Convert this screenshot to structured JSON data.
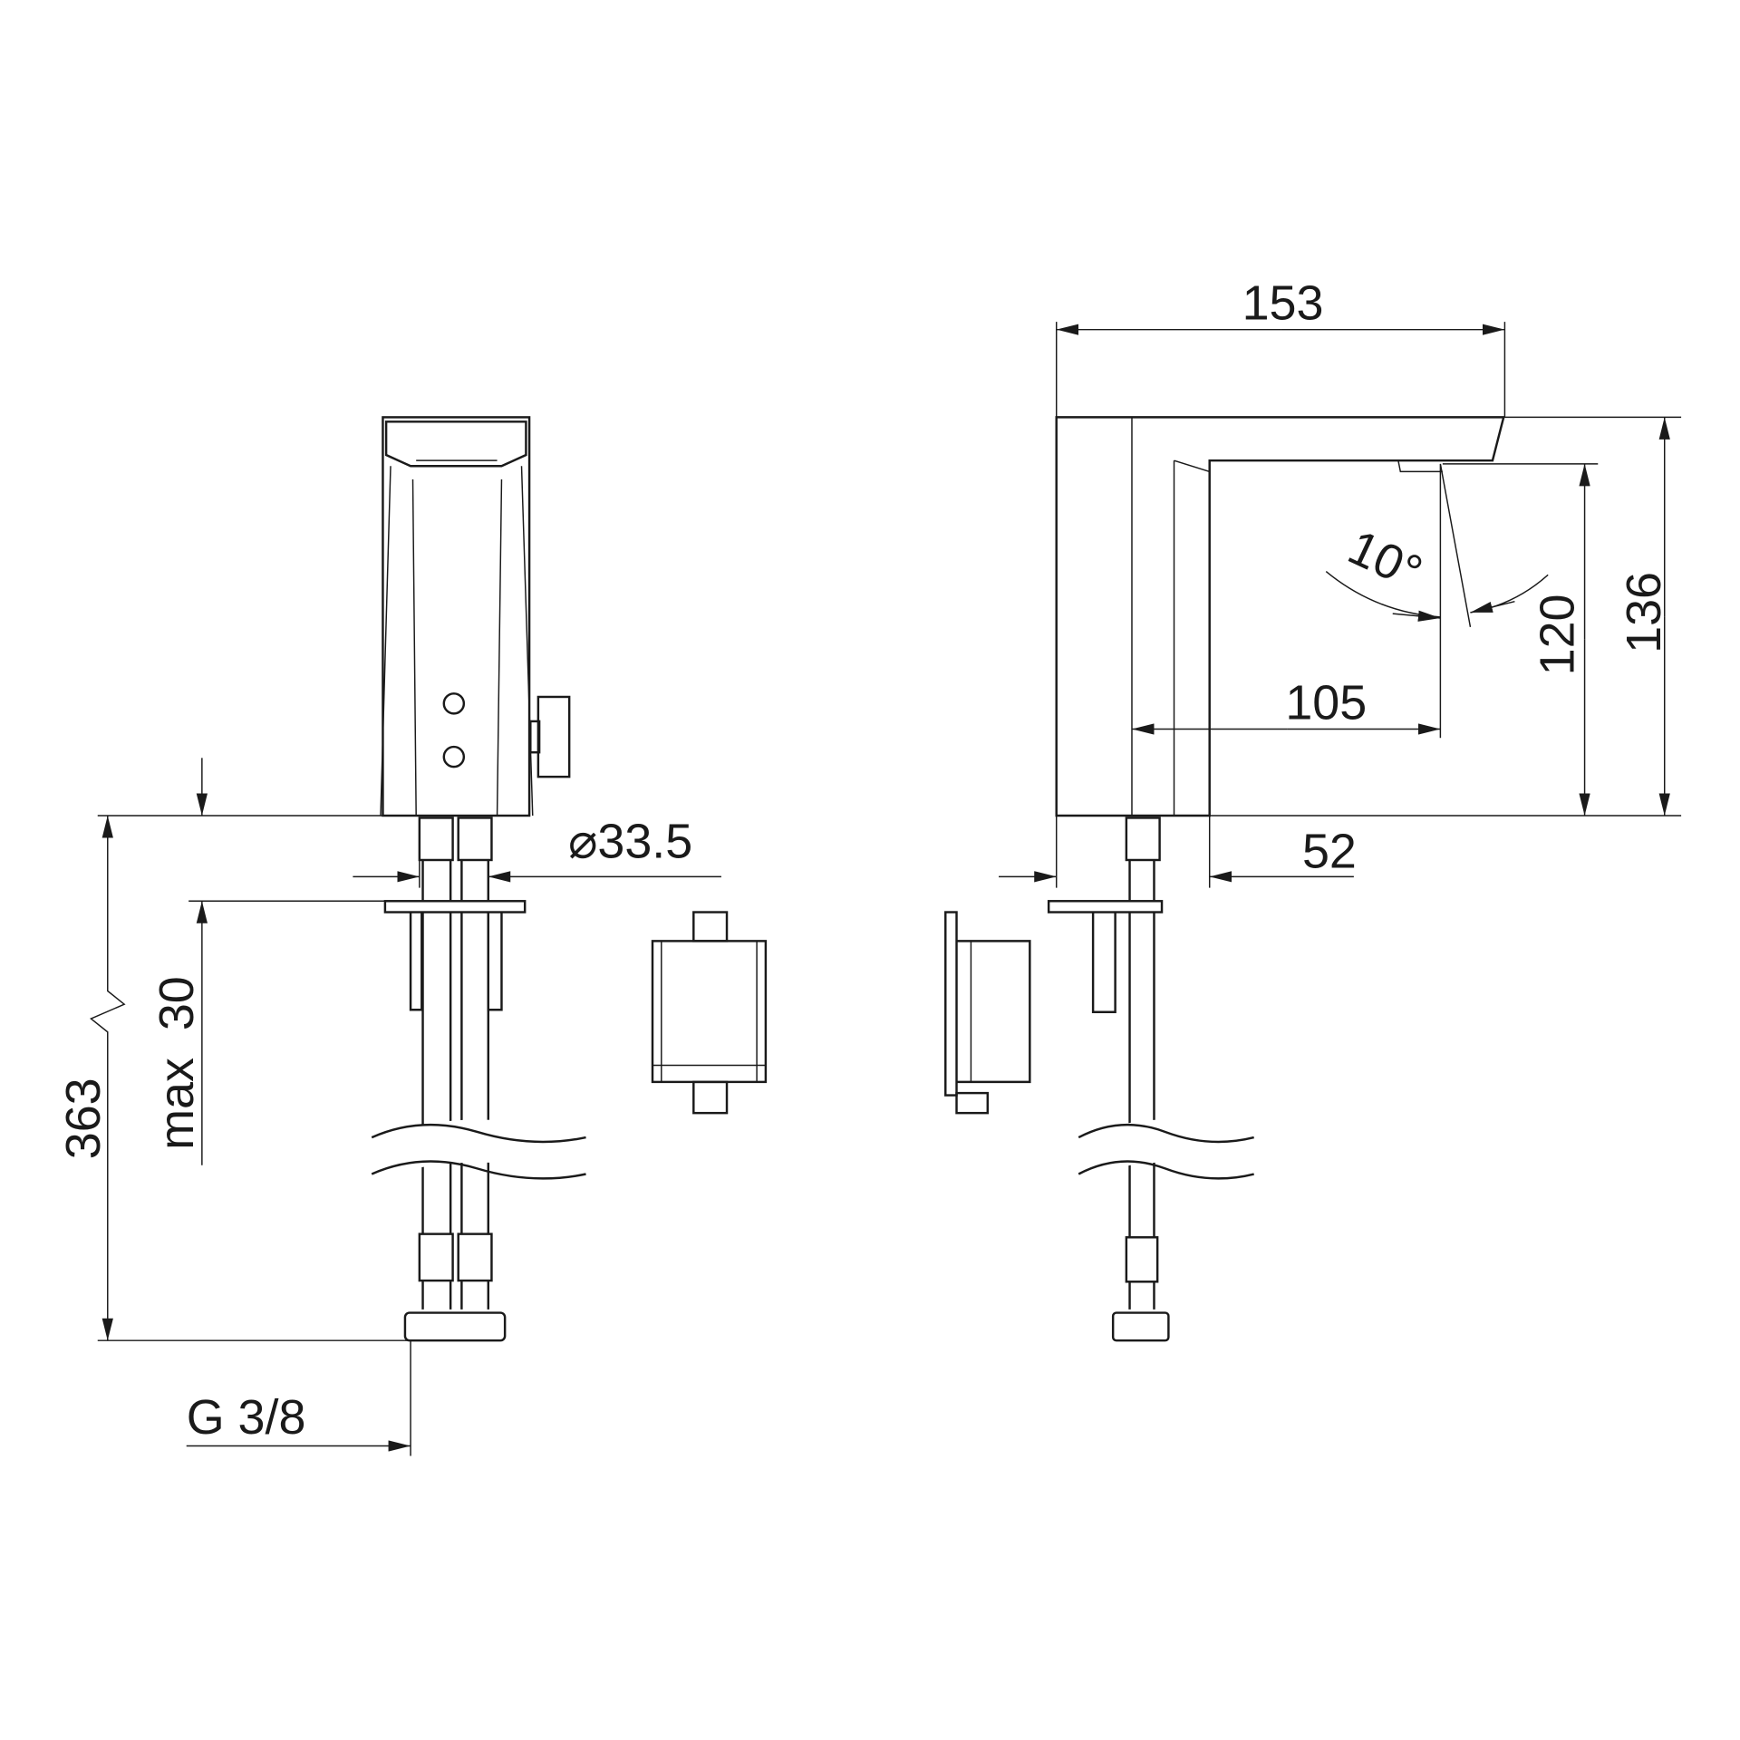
{
  "dimensions": {
    "spout_length": "153",
    "total_height": "136",
    "outlet_height": "120",
    "spray_angle": "10°",
    "spout_reach": "105",
    "base_depth": "52",
    "base_diameter": "⌀33.5",
    "max_deck_thickness": "max  30",
    "hose_length": "363",
    "connection_thread": "G 3/8"
  },
  "colors": {
    "line": "#1a1a1a",
    "background": "#ffffff"
  }
}
